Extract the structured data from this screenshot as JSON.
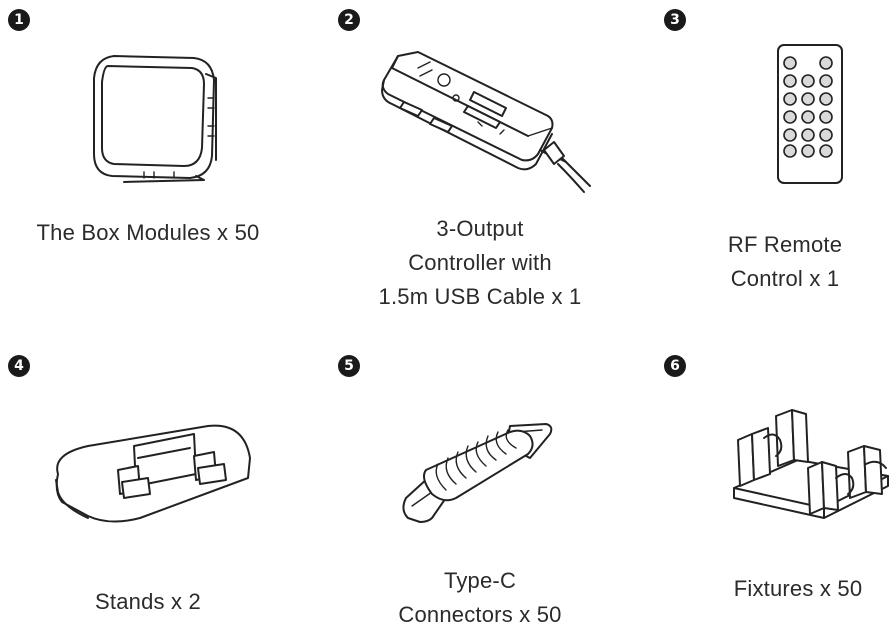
{
  "items": [
    {
      "number": "1",
      "lines": [
        "The Box Modules x 50"
      ]
    },
    {
      "number": "2",
      "lines": [
        "3-Output",
        "Controller with",
        "1.5m USB Cable x 1"
      ]
    },
    {
      "number": "3",
      "lines": [
        "RF Remote",
        "Control x 1"
      ]
    },
    {
      "number": "4",
      "lines": [
        "Stands x 2"
      ]
    },
    {
      "number": "5",
      "lines": [
        "Type-C",
        "Connectors x 50"
      ]
    },
    {
      "number": "6",
      "lines": [
        "Fixtures x 50"
      ]
    }
  ],
  "icons": [
    "box-module-icon",
    "controller-icon",
    "remote-control-icon",
    "stand-icon",
    "type-c-connector-icon",
    "fixture-icon"
  ]
}
